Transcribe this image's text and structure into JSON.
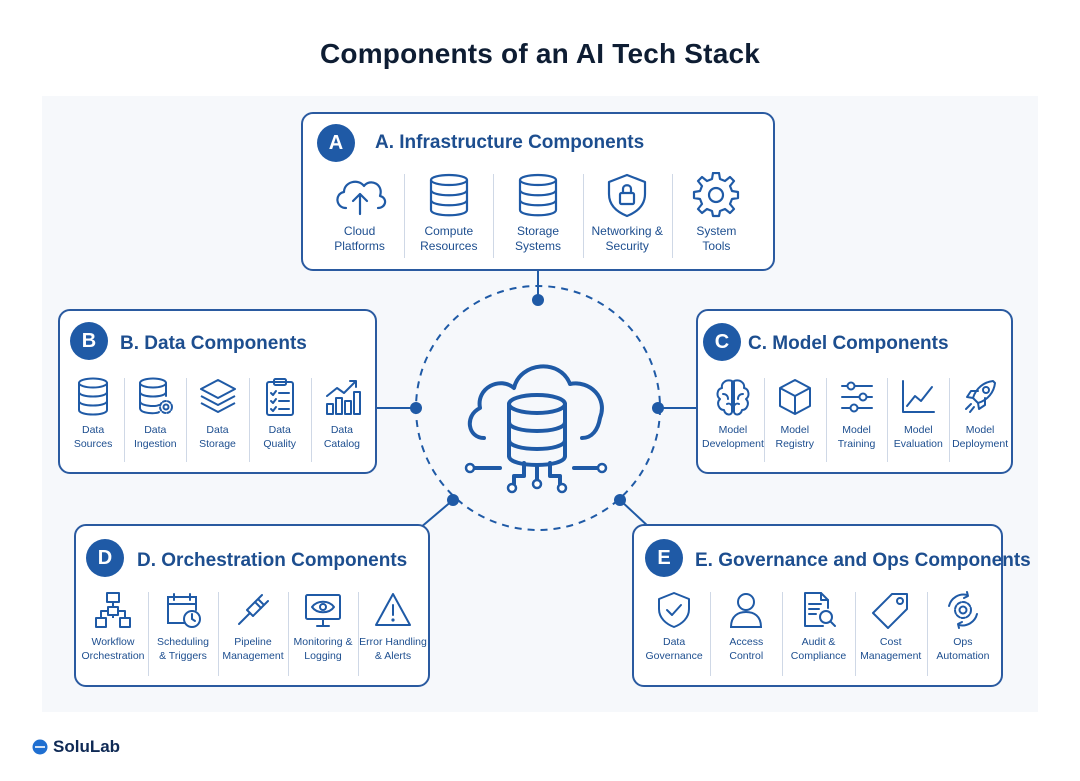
{
  "title": "Components of an AI Tech Stack",
  "colors": {
    "primary": "#1f5aa6",
    "border": "#2a5aa0",
    "text": "#1d4e8f",
    "title": "#0e1d33"
  },
  "sections": {
    "a": {
      "badge": "A",
      "title": "A. Infrastructure Components",
      "items": [
        {
          "label1": "Cloud",
          "label2": "Platforms",
          "icon": "cloud-upload-icon"
        },
        {
          "label1": "Compute",
          "label2": "Resources",
          "icon": "database-icon"
        },
        {
          "label1": "Storage",
          "label2": "Systems",
          "icon": "database-icon"
        },
        {
          "label1": "Networking &",
          "label2": "Security",
          "icon": "shield-lock-icon"
        },
        {
          "label1": "System",
          "label2": "Tools",
          "icon": "gear-icon"
        }
      ]
    },
    "b": {
      "badge": "B",
      "title": "B. Data Components",
      "items": [
        {
          "label1": "Data",
          "label2": "Sources",
          "icon": "database-icon"
        },
        {
          "label1": "Data",
          "label2": "Ingestion",
          "icon": "database-gear-icon"
        },
        {
          "label1": "Data",
          "label2": "Storage",
          "icon": "layers-icon"
        },
        {
          "label1": "Data",
          "label2": "Quality",
          "icon": "clipboard-check-icon"
        },
        {
          "label1": "Data",
          "label2": "Catalog",
          "icon": "bar-chart-icon"
        }
      ]
    },
    "c": {
      "badge": "C",
      "title": "C. Model Components",
      "items": [
        {
          "label1": "Model",
          "label2": "Development",
          "icon": "brain-icon"
        },
        {
          "label1": "Model",
          "label2": "Registry",
          "icon": "cube-icon"
        },
        {
          "label1": "Model",
          "label2": "Training",
          "icon": "sliders-icon"
        },
        {
          "label1": "Model",
          "label2": "Evaluation",
          "icon": "line-chart-icon"
        },
        {
          "label1": "Model",
          "label2": "Deployment",
          "icon": "rocket-icon"
        }
      ]
    },
    "d": {
      "badge": "D",
      "title": "D. Orchestration Components",
      "items": [
        {
          "label1": "Workflow",
          "label2": "Orchestration",
          "icon": "workflow-icon"
        },
        {
          "label1": "Scheduling",
          "label2": "& Triggers",
          "icon": "calendar-clock-icon"
        },
        {
          "label1": "Pipeline",
          "label2": "Management",
          "icon": "plug-icon"
        },
        {
          "label1": "Monitoring &",
          "label2": "Logging",
          "icon": "monitor-eye-icon"
        },
        {
          "label1": "Error Handling",
          "label2": "& Alerts",
          "icon": "warning-icon"
        }
      ]
    },
    "e": {
      "badge": "E",
      "title": "E. Governance and Ops Components",
      "items": [
        {
          "label1": "Data",
          "label2": "Governance",
          "icon": "shield-check-icon"
        },
        {
          "label1": "Access",
          "label2": "Control",
          "icon": "user-icon"
        },
        {
          "label1": "Audit &",
          "label2": "Compliance",
          "icon": "document-search-icon"
        },
        {
          "label1": "Cost",
          "label2": "Management",
          "icon": "tag-icon"
        },
        {
          "label1": "Ops",
          "label2": "Automation",
          "icon": "gear-refresh-icon"
        }
      ]
    }
  },
  "center": {
    "icon": "cloud-database-icon"
  },
  "brand": {
    "name": "SoluLab"
  }
}
